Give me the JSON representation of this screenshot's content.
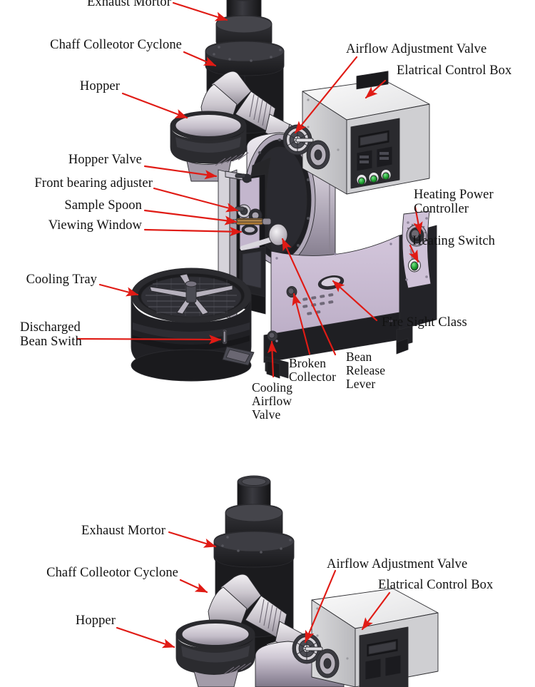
{
  "figure": {
    "subject": "coffee-roaster-machine-parts-diagram",
    "arrow_color": "#e01b15",
    "text_color": "#121212",
    "background": "#ffffff",
    "palette": {
      "body_black": "#1c1c1e",
      "drum_metal": "#b9b2bd",
      "panel_lilac": "#c9bcd1",
      "control_box_white": "#e9e9ea",
      "control_panel_dark": "#2c2c30",
      "switch_green": "#1f9a2e",
      "steel_light": "#d5d2d6",
      "steel_mid": "#9a96a0",
      "outline": "#2a2a2e"
    }
  },
  "diagrams": [
    {
      "id": "top",
      "name": "roaster-full-view-annotated",
      "labels": [
        {
          "id": "exhaust-mortor",
          "text": "Exhaust Mortor",
          "lines": [
            "Exhaust Mortor"
          ]
        },
        {
          "id": "chaff-colleotor-cyclone",
          "text": "Chaff Colleotor Cyclone",
          "lines": [
            "Chaff Colleotor Cyclone"
          ]
        },
        {
          "id": "hopper",
          "text": "Hopper",
          "lines": [
            "Hopper"
          ]
        },
        {
          "id": "hopper-valve",
          "text": "Hopper Valve",
          "lines": [
            "Hopper Valve"
          ]
        },
        {
          "id": "front-bearing-adjuster",
          "text": "Front bearing adjuster",
          "lines": [
            "Front bearing adjuster"
          ]
        },
        {
          "id": "sample-spoon",
          "text": "Sample Spoon",
          "lines": [
            "Sample Spoon"
          ]
        },
        {
          "id": "viewing-window",
          "text": "Viewing Window",
          "lines": [
            "Viewing Window"
          ]
        },
        {
          "id": "cooling-tray",
          "text": "Cooling Tray",
          "lines": [
            "Cooling Tray"
          ]
        },
        {
          "id": "discharged-bean-swith",
          "text": "Discharged Bean Swith",
          "lines": [
            "Discharged",
            "Bean Swith"
          ]
        },
        {
          "id": "airflow-adjustment-valve",
          "text": "Airflow Adjustment Valve",
          "lines": [
            "Airflow Adjustment Valve"
          ]
        },
        {
          "id": "elatrical-control-box",
          "text": "Elatrical Control Box",
          "lines": [
            "Elatrical Control Box"
          ]
        },
        {
          "id": "heating-power-controller",
          "text": "Heating Power Controller",
          "lines": [
            "Heating Power",
            "Controller"
          ]
        },
        {
          "id": "heating-switch",
          "text": "Heating Switch",
          "lines": [
            "Heating Switch"
          ]
        },
        {
          "id": "fire-sight-class",
          "text": "Fire Sight Class",
          "lines": [
            "Fire Sight Class"
          ]
        },
        {
          "id": "broken-collector",
          "text": "Broken Collector",
          "lines": [
            "Broken",
            "Collector"
          ]
        },
        {
          "id": "bean-release-lever",
          "text": "Bean Release Lever",
          "lines": [
            "Bean",
            "Release",
            "Lever"
          ]
        },
        {
          "id": "cooling-airflow-valve",
          "text": "Cooling Airflow Valve",
          "lines": [
            "Cooling",
            "Airflow",
            "Valve"
          ]
        }
      ]
    },
    {
      "id": "bottom",
      "name": "roaster-partial-view-annotated",
      "labels": [
        {
          "id": "exhaust-mortor-2",
          "text": "Exhaust Mortor",
          "lines": [
            "Exhaust Mortor"
          ]
        },
        {
          "id": "chaff-colleotor-cyclone-2",
          "text": "Chaff Colleotor Cyclone",
          "lines": [
            "Chaff Colleotor Cyclone"
          ]
        },
        {
          "id": "hopper-2",
          "text": "Hopper",
          "lines": [
            "Hopper"
          ]
        },
        {
          "id": "airflow-adjustment-valve-2",
          "text": "Airflow Adjustment Valve",
          "lines": [
            "Airflow Adjustment Valve"
          ]
        },
        {
          "id": "elatrical-control-box-2",
          "text": "Elatrical Control Box",
          "lines": [
            "Elatrical Control Box"
          ]
        }
      ]
    }
  ]
}
